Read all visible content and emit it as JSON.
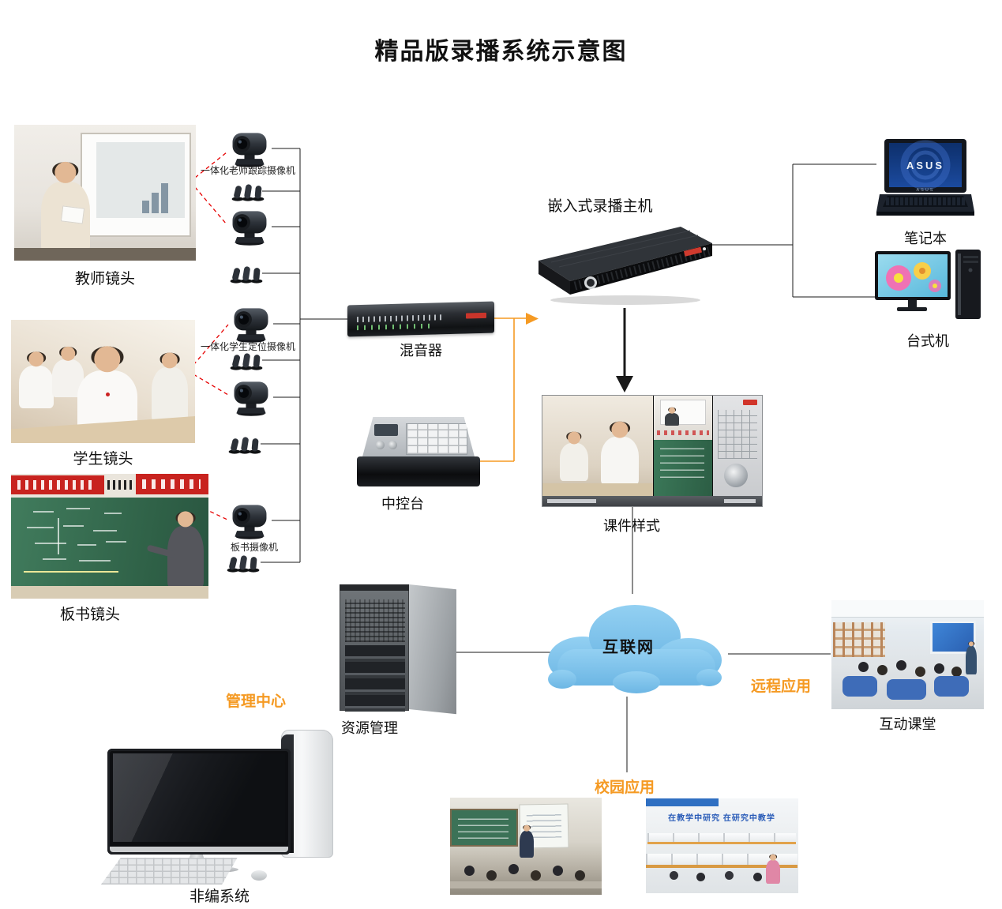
{
  "title": "精品版录播系统示意图",
  "colors": {
    "accent_orange": "#f59a23",
    "link_red": "#e60000",
    "link_black": "#1a1a1a",
    "cloud_blue": "#7ec5ec"
  },
  "sources": {
    "teacher": {
      "label": "教师镜头"
    },
    "student": {
      "label": "学生镜头"
    },
    "board": {
      "label": "板书镜头"
    }
  },
  "cameras": {
    "teacher_tracking": {
      "label": "一体化老师跟踪摄像机"
    },
    "student_locating": {
      "label": "一体化学生定位摄像机"
    },
    "board_camera": {
      "label": "板书摄像机"
    }
  },
  "audio": {
    "mixer": {
      "label": "混音器"
    },
    "console": {
      "label": "中控台"
    }
  },
  "host": {
    "label": "嵌入式录播主机"
  },
  "clients": {
    "laptop": {
      "label": "笔记本",
      "brand": "ASUS"
    },
    "desktop": {
      "label": "台式机"
    }
  },
  "courseware": {
    "label": "课件样式"
  },
  "network": {
    "internet_label": "互联网"
  },
  "management": {
    "center_label": "管理中心",
    "resource_label": "资源管理",
    "nle_label": "非编系统"
  },
  "applications": {
    "remote_label": "远程应用",
    "interactive_label": "互动课堂",
    "campus_label": "校园应用",
    "campus_banner": "在教学中研究 在研究中教学"
  }
}
